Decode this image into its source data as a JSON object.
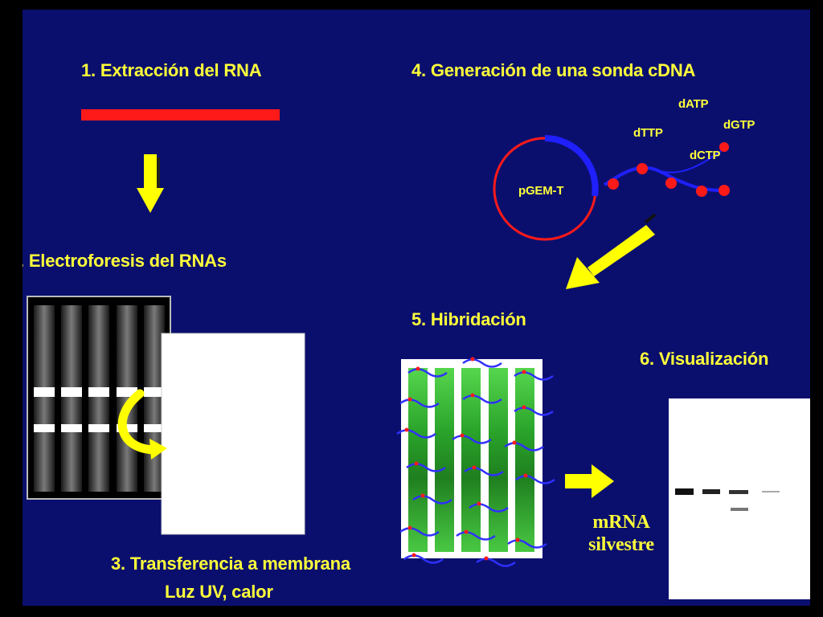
{
  "steps": {
    "s1": "1. Extracción del RNA",
    "s2": ". Electroforesis del RNAs",
    "s3_line1": "3. Transferencia a membrana",
    "s3_line2": "Luz UV, calor",
    "s4": "4. Generación de una sonda cDNA",
    "s5": "5. Hibridación",
    "s6": "6. Visualización"
  },
  "probe": {
    "plasmid": "pGEM-T",
    "nucleotides": [
      "dATP",
      "dGTP",
      "dTTP",
      "dCTP"
    ]
  },
  "result": {
    "line1": "mRNA",
    "line2": "silvestre"
  },
  "colors": {
    "background": "#0a0f6e",
    "text": "#ffff3a",
    "rna": "#ff1a1a",
    "probe_strand": "#2020ff",
    "membrane": "#2fb82f",
    "arrow": "#ffff00"
  }
}
